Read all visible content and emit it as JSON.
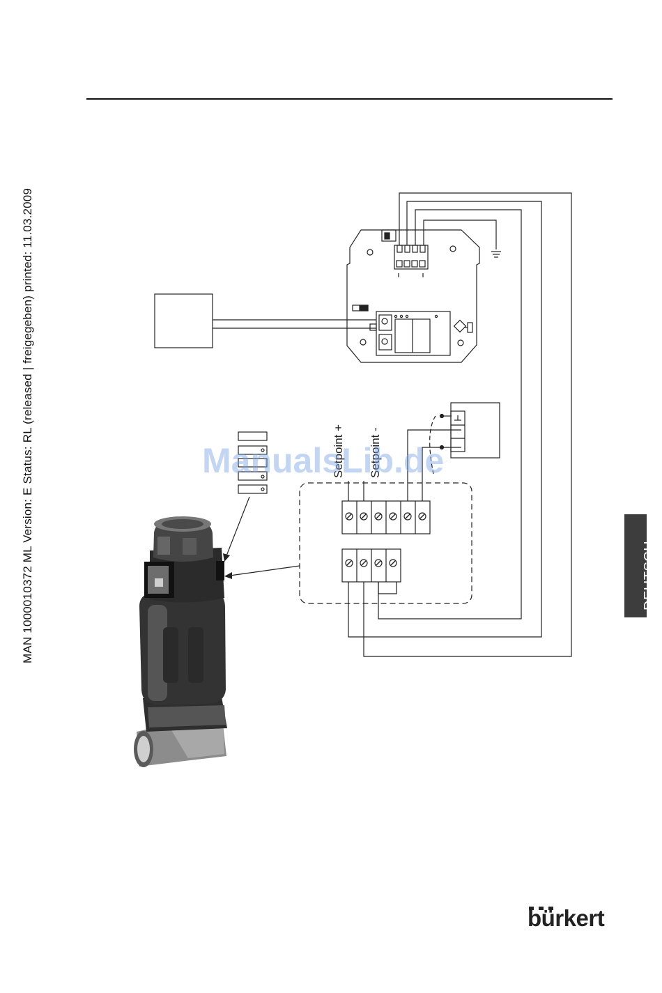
{
  "header": {
    "document_meta": "MAN  1000010372  ML  Version: E  Status: RL (released | freigegeben)  printed: 11.03.2009"
  },
  "sidebar": {
    "language_tab": "DEUTSCH"
  },
  "diagram": {
    "setpoint_plus": "Setpoint +",
    "setpoint_minus": "Setpoint -"
  },
  "watermark": "ManualsLib.de",
  "footer": {
    "brand": "bürkert"
  }
}
